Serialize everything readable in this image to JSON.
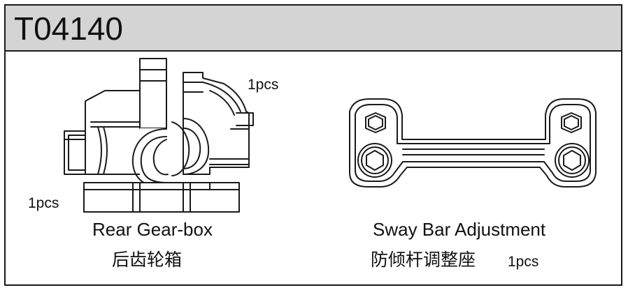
{
  "part_number": "T04140",
  "items": [
    {
      "name_en": "Rear Gear-box",
      "name_cn": "后齿轮箱",
      "qty_top": "1pcs",
      "qty_bottom": "1pcs"
    },
    {
      "name_en": "Sway Bar Adjustment",
      "name_cn": "防倾杆调整座",
      "qty": "1pcs"
    }
  ],
  "colors": {
    "header_bg": "#d4d4d4",
    "outline": "#1a1a1a"
  }
}
